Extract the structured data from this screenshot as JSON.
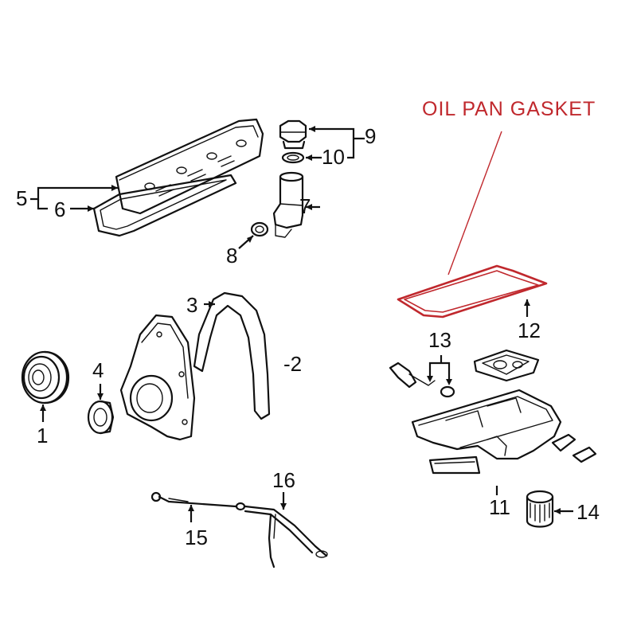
{
  "highlight": {
    "label": "OIL PAN GASKET",
    "color": "#c0282d"
  },
  "line_color": "#111111",
  "callouts": {
    "c1": "1",
    "c2": "-2",
    "c3": "3",
    "c4": "4",
    "c5": "5",
    "c6": "6",
    "c7": "7",
    "c8": "8",
    "c9": "9",
    "c10": "10",
    "c11": "11",
    "c12": "12",
    "c13": "13",
    "c14": "14",
    "c15": "15",
    "c16": "16"
  },
  "parts": [
    {
      "callout": "1",
      "icon": "crankshaft-balancer-icon"
    },
    {
      "callout": "-2",
      "icon": "front-cover-icon"
    },
    {
      "callout": "3",
      "icon": "front-cover-gasket-icon"
    },
    {
      "callout": "4",
      "icon": "front-seal-icon"
    },
    {
      "callout": "5",
      "icon": "valve-cover-icon"
    },
    {
      "callout": "6",
      "icon": "valve-cover-gasket-icon"
    },
    {
      "callout": "7",
      "icon": "oil-filler-tube-icon"
    },
    {
      "callout": "8",
      "icon": "filler-tube-seal-icon"
    },
    {
      "callout": "9",
      "icon": "filler-cap-icon"
    },
    {
      "callout": "10",
      "icon": "cap-seal-icon"
    },
    {
      "callout": "11",
      "icon": "oil-pan-icon"
    },
    {
      "callout": "12",
      "icon": "oil-pan-gasket-icon"
    },
    {
      "callout": "13",
      "icon": "oil-pump-pickup-icon"
    },
    {
      "callout": "14",
      "icon": "oil-filter-icon"
    },
    {
      "callout": "15",
      "icon": "dipstick-icon"
    },
    {
      "callout": "16",
      "icon": "dipstick-tube-icon"
    }
  ]
}
